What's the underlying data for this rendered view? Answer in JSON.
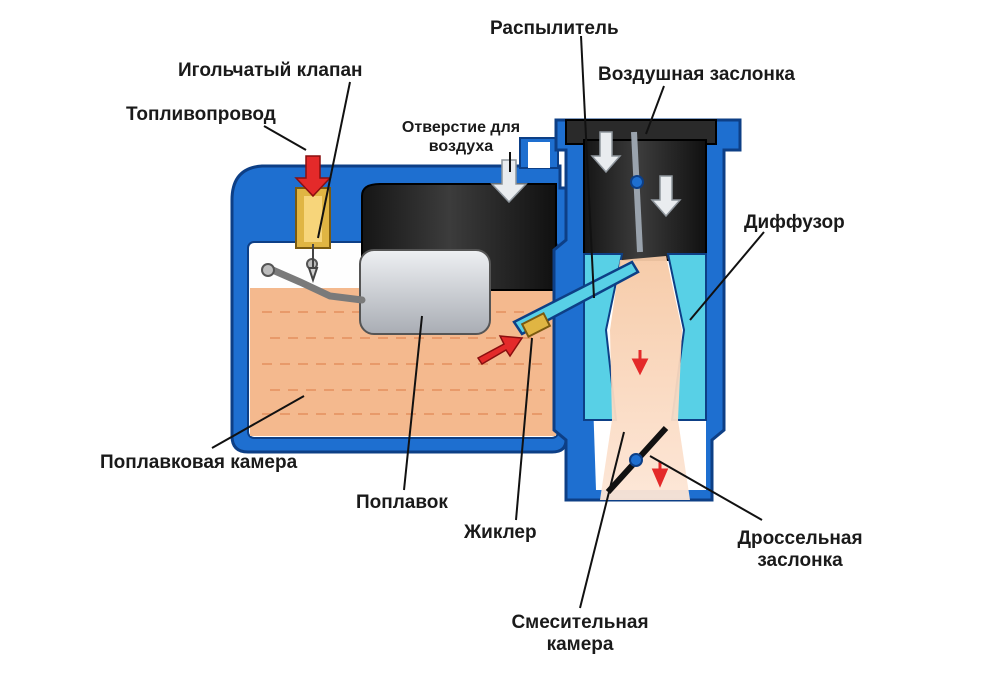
{
  "labels": {
    "atomizer": "Распылитель",
    "needle_valve": "Игольчатый клапан",
    "choke": "Воздушная заслонка",
    "fuel_line": "Топливопровод",
    "air_hole_line1": "Отверстие для",
    "air_hole_line2": "воздуха",
    "diffuser": "Диффузор",
    "float_chamber": "Поплавковая камера",
    "float": "Поплавок",
    "jet": "Жиклер",
    "throttle_line1": "Дроссельная",
    "throttle_line2": "заслонка",
    "mixing_chamber_line1": "Смесительная",
    "mixing_chamber_line2": "камера"
  },
  "colors": {
    "body_blue": "#1e6fd0",
    "body_outline": "#0d3f86",
    "fuel": "#f4b98e",
    "diffuser_cyan": "#58d0e6",
    "float_gray": "#c9ccd2",
    "tube_dark": "#2a2a2a",
    "mixture": "#fbd7bd",
    "fuel_arrow": "#e42a2a",
    "brass": "#e0b543",
    "air_arrow": "#e9ecef"
  }
}
